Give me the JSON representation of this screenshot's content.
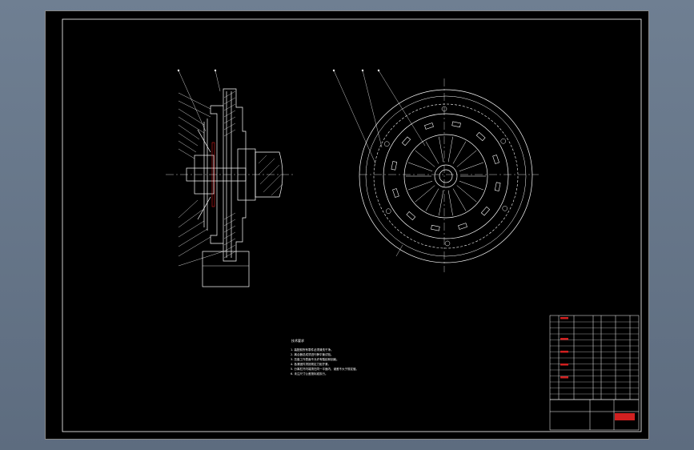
{
  "window": {
    "title": ""
  },
  "drawing": {
    "background_color": "#000000",
    "line_color": "#ffffff",
    "accent_color": "#ff2020",
    "centerline_color": "#c8c8c8",
    "views": [
      "section-view",
      "front-view"
    ]
  },
  "notes": {
    "heading": "技术要求",
    "lines": [
      "1. 装配前所有零件必须清洗干净。",
      "2. 离合器总成须进行静平衡试验。",
      "3. 压盘工作表面不允许有裂纹和划痕。",
      "4. 各紧固件须按规定力矩拧紧。",
      "5. 分离杠杆内端须在同一平面内，误差不大于规定值。",
      "6. 未注尺寸公差按标准执行。"
    ]
  },
  "title_block": {
    "company": "",
    "drawing_title": "",
    "scale": "",
    "sheet": ""
  }
}
